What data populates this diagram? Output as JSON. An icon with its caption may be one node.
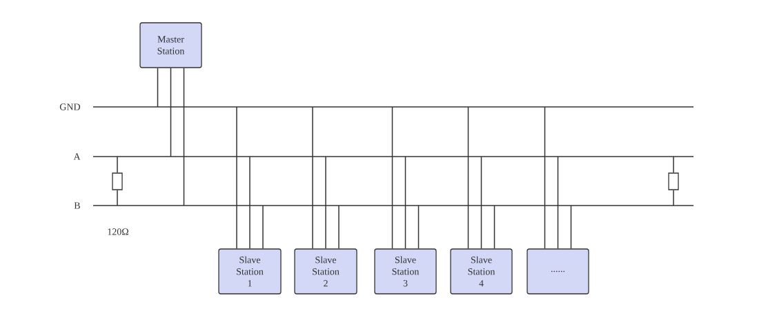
{
  "diagram": {
    "nodes": [
      {
        "text": [
          "Master Station"
        ]
      },
      {
        "text": [
          "GND"
        ]
      },
      {
        "text": [
          "A"
        ]
      },
      {
        "text": [
          "B"
        ]
      },
      {
        "text": [],
        "shape": "box"
      },
      {
        "text": [],
        "shape": "box"
      },
      {
        "text": [
          "Slave Station 1"
        ]
      },
      {
        "text": [
          "Slave Station 2"
        ]
      },
      {
        "text": [
          "Slave Station 3"
        ]
      },
      {
        "text": [
          "Slave Station 4"
        ]
      },
      {
        "text": [
          "......"
        ]
      }
    ],
    "edges": [
      {
        "from": 0,
        "to": 1,
        "arrow": "none"
      },
      {
        "from": 0,
        "to": 2,
        "arrow": "none"
      },
      {
        "from": 0,
        "to": 3,
        "arrow": "none"
      },
      {
        "from": 4,
        "to": 2,
        "arrow": "none"
      },
      {
        "from": 4,
        "to": 3,
        "arrow": "none"
      },
      {
        "from": 5,
        "to": 2,
        "arrow": "none"
      },
      {
        "from": 5,
        "to": 3,
        "arrow": "none"
      },
      {
        "from": 6,
        "to": 1,
        "arrow": "none"
      },
      {
        "from": 6,
        "to": 2,
        "arrow": "none"
      },
      {
        "from": 6,
        "to": 3,
        "arrow": "none"
      },
      {
        "from": 7,
        "to": 1,
        "arrow": "none"
      },
      {
        "from": 7,
        "to": 2,
        "arrow": "none"
      },
      {
        "from": 7,
        "to": 3,
        "arrow": "none"
      },
      {
        "from": 8,
        "to": 1,
        "arrow": "none"
      },
      {
        "from": 8,
        "to": 2,
        "arrow": "none"
      },
      {
        "from": 8,
        "to": 3,
        "arrow": "none"
      },
      {
        "from": 9,
        "to": 1,
        "arrow": "none"
      },
      {
        "from": 9,
        "to": 2,
        "arrow": "none"
      },
      {
        "from": 9,
        "to": 3,
        "arrow": "none"
      },
      {
        "from": 10,
        "to": 1,
        "arrow": "none"
      },
      {
        "from": 10,
        "to": 2,
        "arrow": "none"
      },
      {
        "from": 10,
        "to": 3,
        "arrow": "none"
      }
    ],
    "labels": [
      "120Ω"
    ]
  }
}
